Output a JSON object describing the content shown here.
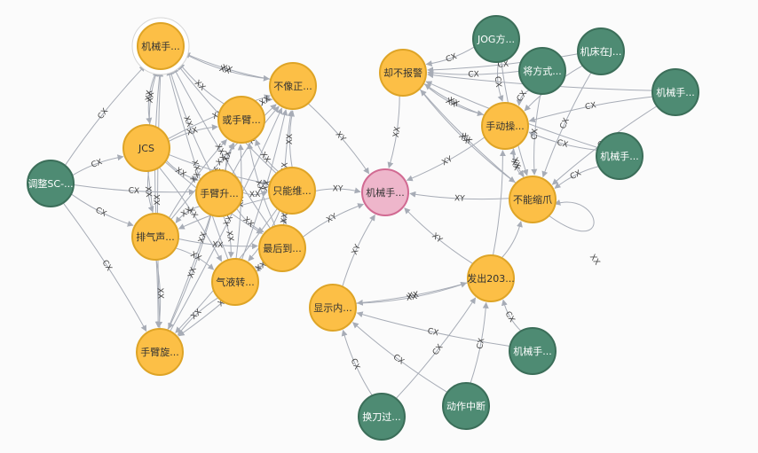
{
  "colors": {
    "yellow_fill": "#fcbf46",
    "yellow_stroke": "#dea426",
    "green_fill": "#4e8b73",
    "green_stroke": "#3b6e59",
    "pink_fill": "#eeb6cb",
    "pink_stroke": "#d16a92",
    "edge": "#a7acb6"
  },
  "nodes": [
    {
      "id": "n1",
      "label": "机械手...",
      "kind": "yellow",
      "selected": true
    },
    {
      "id": "n2",
      "label": "不像正...",
      "kind": "yellow"
    },
    {
      "id": "n3",
      "label": "或手臂...",
      "kind": "yellow"
    },
    {
      "id": "n4",
      "label": "JCS",
      "kind": "yellow"
    },
    {
      "id": "n5",
      "label": "调整SC-...",
      "kind": "green"
    },
    {
      "id": "n6",
      "label": "手臂升...",
      "kind": "yellow"
    },
    {
      "id": "n7",
      "label": "只能维...",
      "kind": "yellow"
    },
    {
      "id": "n8",
      "label": "排气声...",
      "kind": "yellow"
    },
    {
      "id": "n9",
      "label": "最后到...",
      "kind": "yellow"
    },
    {
      "id": "n10",
      "label": "气液转...",
      "kind": "yellow"
    },
    {
      "id": "n11",
      "label": "手臂旋...",
      "kind": "yellow"
    },
    {
      "id": "n12",
      "label": "机械手...",
      "kind": "pink"
    },
    {
      "id": "n13",
      "label": "显示内...",
      "kind": "yellow"
    },
    {
      "id": "n14",
      "label": "换刀过...",
      "kind": "green"
    },
    {
      "id": "n15",
      "label": "动作中断",
      "kind": "green"
    },
    {
      "id": "n16",
      "label": "发出203...",
      "kind": "yellow"
    },
    {
      "id": "n17",
      "label": "机械手...",
      "kind": "green"
    },
    {
      "id": "n18",
      "label": "却不报警",
      "kind": "yellow"
    },
    {
      "id": "n19",
      "label": "JOG方...",
      "kind": "green"
    },
    {
      "id": "n20",
      "label": "将方式...",
      "kind": "green"
    },
    {
      "id": "n21",
      "label": "机床在J...",
      "kind": "green"
    },
    {
      "id": "n22",
      "label": "机械手...",
      "kind": "green"
    },
    {
      "id": "n23",
      "label": "手动操...",
      "kind": "yellow"
    },
    {
      "id": "n24",
      "label": "机械手...",
      "kind": "green"
    },
    {
      "id": "n25",
      "label": "不能缩爪",
      "kind": "yellow"
    }
  ],
  "edges": [
    {
      "from": "n5",
      "to": "n1",
      "label": "CX"
    },
    {
      "from": "n5",
      "to": "n4",
      "label": "CX"
    },
    {
      "from": "n5",
      "to": "n6",
      "label": "CX"
    },
    {
      "from": "n5",
      "to": "n8",
      "label": "CX"
    },
    {
      "from": "n5",
      "to": "n11",
      "label": "CX"
    },
    {
      "from": "n2",
      "to": "n1",
      "label": "XX"
    },
    {
      "from": "n1",
      "to": "n2",
      "label": "XX"
    },
    {
      "from": "n4",
      "to": "n1",
      "label": "XX"
    },
    {
      "from": "n1",
      "to": "n4",
      "label": "XX"
    },
    {
      "from": "n3",
      "to": "n1",
      "label": "XX"
    },
    {
      "from": "n6",
      "to": "n1",
      "label": "XX"
    },
    {
      "from": "n7",
      "to": "n1",
      "label": "XX"
    },
    {
      "from": "n8",
      "to": "n1",
      "label": "XX"
    },
    {
      "from": "n9",
      "to": "n1",
      "label": "XX"
    },
    {
      "from": "n10",
      "to": "n1",
      "label": "XX"
    },
    {
      "from": "n11",
      "to": "n1",
      "label": "XX"
    },
    {
      "from": "n3",
      "to": "n2",
      "label": "XX"
    },
    {
      "from": "n4",
      "to": "n2",
      "label": "XX"
    },
    {
      "from": "n6",
      "to": "n2",
      "label": "XX"
    },
    {
      "from": "n7",
      "to": "n2",
      "label": "XX"
    },
    {
      "from": "n8",
      "to": "n2",
      "label": "XX"
    },
    {
      "from": "n9",
      "to": "n2",
      "label": "XX"
    },
    {
      "from": "n10",
      "to": "n2",
      "label": "XX"
    },
    {
      "from": "n11",
      "to": "n2",
      "label": "XX"
    },
    {
      "from": "n4",
      "to": "n3",
      "label": "XX"
    },
    {
      "from": "n6",
      "to": "n3",
      "label": "XX"
    },
    {
      "from": "n7",
      "to": "n3",
      "label": "XX"
    },
    {
      "from": "n8",
      "to": "n3",
      "label": "XX"
    },
    {
      "from": "n9",
      "to": "n3",
      "label": "XX"
    },
    {
      "from": "n10",
      "to": "n3",
      "label": "XX"
    },
    {
      "from": "n11",
      "to": "n3",
      "label": "XX"
    },
    {
      "from": "n4",
      "to": "n6",
      "label": "XX"
    },
    {
      "from": "n4",
      "to": "n7",
      "label": "XX"
    },
    {
      "from": "n4",
      "to": "n8",
      "label": "XX"
    },
    {
      "from": "n4",
      "to": "n9",
      "label": "XX"
    },
    {
      "from": "n4",
      "to": "n10",
      "label": "XX"
    },
    {
      "from": "n4",
      "to": "n11",
      "label": "XX"
    },
    {
      "from": "n6",
      "to": "n7",
      "label": "XX"
    },
    {
      "from": "n6",
      "to": "n8",
      "label": "XX"
    },
    {
      "from": "n6",
      "to": "n9",
      "label": "XX"
    },
    {
      "from": "n6",
      "to": "n10",
      "label": "XX"
    },
    {
      "from": "n6",
      "to": "n11",
      "label": "XX"
    },
    {
      "from": "n7",
      "to": "n8",
      "label": "XX"
    },
    {
      "from": "n7",
      "to": "n9",
      "label": "XX"
    },
    {
      "from": "n7",
      "to": "n10",
      "label": "XX"
    },
    {
      "from": "n7",
      "to": "n11",
      "label": "XX"
    },
    {
      "from": "n8",
      "to": "n9",
      "label": "XX"
    },
    {
      "from": "n8",
      "to": "n10",
      "label": "XX"
    },
    {
      "from": "n8",
      "to": "n11",
      "label": "XX"
    },
    {
      "from": "n9",
      "to": "n10",
      "label": "XX"
    },
    {
      "from": "n9",
      "to": "n11",
      "label": "XX"
    },
    {
      "from": "n10",
      "to": "n11",
      "label": "XX"
    },
    {
      "from": "n2",
      "to": "n12",
      "label": "XY"
    },
    {
      "from": "n7",
      "to": "n12",
      "label": "XY"
    },
    {
      "from": "n9",
      "to": "n12",
      "label": "XY"
    },
    {
      "from": "n13",
      "to": "n12",
      "label": "XY"
    },
    {
      "from": "n16",
      "to": "n12",
      "label": "XY"
    },
    {
      "from": "n25",
      "to": "n12",
      "label": "XY"
    },
    {
      "from": "n23",
      "to": "n12",
      "label": "XY"
    },
    {
      "from": "n18",
      "to": "n12",
      "label": "XX"
    },
    {
      "from": "n16",
      "to": "n13",
      "label": "XX"
    },
    {
      "from": "n13",
      "to": "n16",
      "label": "XX"
    },
    {
      "from": "n14",
      "to": "n13",
      "label": "CX"
    },
    {
      "from": "n14",
      "to": "n16",
      "label": "CX"
    },
    {
      "from": "n15",
      "to": "n13",
      "label": "CX"
    },
    {
      "from": "n15",
      "to": "n16",
      "label": "CX"
    },
    {
      "from": "n17",
      "to": "n13",
      "label": "CX"
    },
    {
      "from": "n17",
      "to": "n16",
      "label": "CX"
    },
    {
      "from": "n16",
      "to": "n25",
      "label": ""
    },
    {
      "from": "n16",
      "to": "n23",
      "label": ""
    },
    {
      "from": "n25",
      "to": "n25",
      "label": "XX"
    },
    {
      "from": "n19",
      "to": "n18",
      "label": "CX"
    },
    {
      "from": "n20",
      "to": "n18",
      "label": "CX"
    },
    {
      "from": "n21",
      "to": "n18",
      "label": "CX"
    },
    {
      "from": "n22",
      "to": "n18",
      "label": "CX"
    },
    {
      "from": "n24",
      "to": "n18",
      "label": "CX"
    },
    {
      "from": "n19",
      "to": "n23",
      "label": "CX"
    },
    {
      "from": "n20",
      "to": "n23",
      "label": "CX"
    },
    {
      "from": "n21",
      "to": "n23",
      "label": "CX"
    },
    {
      "from": "n22",
      "to": "n23",
      "label": "CX"
    },
    {
      "from": "n24",
      "to": "n23",
      "label": "CX"
    },
    {
      "from": "n19",
      "to": "n25",
      "label": "CX"
    },
    {
      "from": "n20",
      "to": "n25",
      "label": "CX"
    },
    {
      "from": "n21",
      "to": "n25",
      "label": "CX"
    },
    {
      "from": "n22",
      "to": "n25",
      "label": "CX"
    },
    {
      "from": "n24",
      "to": "n25",
      "label": "CX"
    },
    {
      "from": "n23",
      "to": "n18",
      "label": "XX"
    },
    {
      "from": "n18",
      "to": "n23",
      "label": "XX"
    },
    {
      "from": "n25",
      "to": "n18",
      "label": "XX"
    },
    {
      "from": "n18",
      "to": "n25",
      "label": "XX"
    },
    {
      "from": "n23",
      "to": "n25",
      "label": "XX"
    },
    {
      "from": "n25",
      "to": "n23",
      "label": "XX"
    }
  ]
}
